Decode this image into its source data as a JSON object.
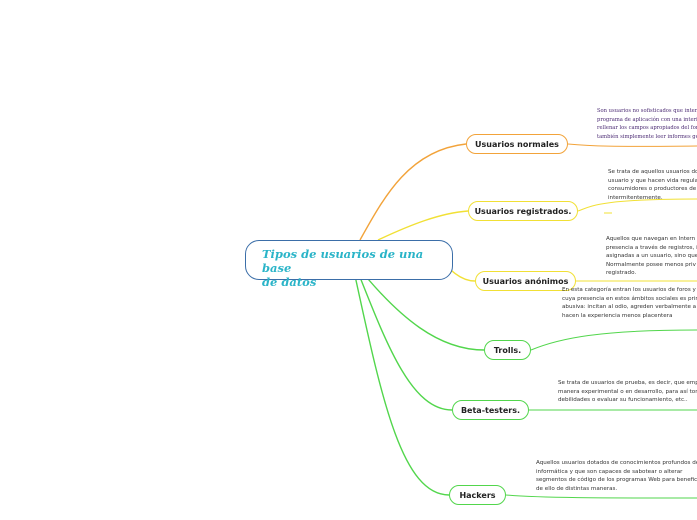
{
  "root": {
    "title": "Tipos de usuarios de una base\nde datos"
  },
  "colors": {
    "orange": "#f2a33a",
    "yellow": "#f1e035",
    "green": "#52d64c",
    "root_border": "#3b6ea8",
    "root_text": "#2ab4c8"
  },
  "branches": [
    {
      "label": "Usuarios normales",
      "color": "#f2a33a",
      "note": "Son usuarios no sofisticados que interactú\nprograma de aplicación con una interfaz c\nrellenar los campos apropiados del formu\ntambién simplemente leer informes gener"
    },
    {
      "label": "Usuarios registrados.",
      "color": "#f1e035",
      "note": "Se trata de aquellos usuarios do\nusuario y que hacen vida regula\nconsumidores o productores de\nintermitentemente."
    },
    {
      "label": "Usuarios anónimos",
      "color": "#f1e035",
      "note": "Aquellos que navegan en Intern\npresencia a través de registros, i\nasignadas a un usuario, sino que\nNormalmente posee menos priv\nregistrado."
    },
    {
      "label": "Trolls.",
      "color": "#52d64c",
      "note": "En esta categoría entran los usuarios de foros y c\ncuya presencia en estos ámbitos sociales es prin\nabusiva: incitan al odio, agreden verbalmente a l\nhacen la experiencia menos placentera"
    },
    {
      "label": "Beta-testers.",
      "color": "#52d64c",
      "note": "Se trata de usuarios de prueba, es decir, que empl\nmanera experimental o en desarrollo, para así tom\ndebilidades o evaluar su funcionamiento, etc.."
    },
    {
      "label": "Hackers",
      "color": "#52d64c",
      "note": "Aquellos usuarios dotados de conocimientos profundos de\ninformática y que son capaces de sabotear o alterar\nsegmentos de código de los programas Web para benefic\nde ello de distintas maneras."
    }
  ]
}
